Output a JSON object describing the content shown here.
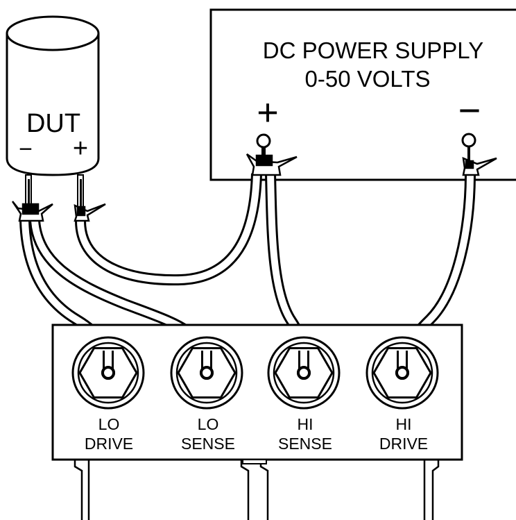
{
  "power_supply": {
    "title": "DC POWER SUPPLY",
    "range": "0-50 VOLTS",
    "plus_symbol": "+",
    "minus_symbol": "−"
  },
  "dut": {
    "label": "DUT",
    "minus_symbol": "−",
    "plus_symbol": "+"
  },
  "terminals": [
    {
      "line1": "LO",
      "line2": "DRIVE"
    },
    {
      "line1": "LO",
      "line2": "SENSE"
    },
    {
      "line1": "HI",
      "line2": "SENSE"
    },
    {
      "line1": "HI",
      "line2": "DRIVE"
    }
  ]
}
